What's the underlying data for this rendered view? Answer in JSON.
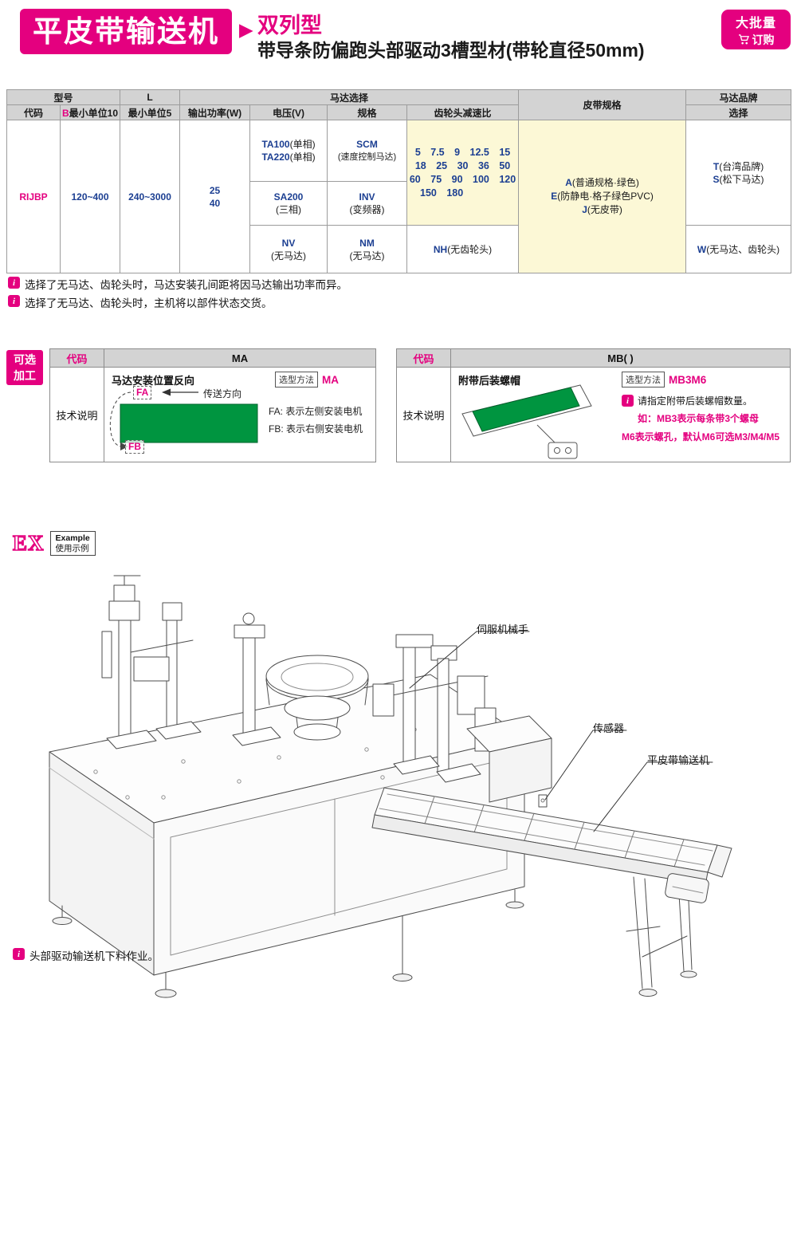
{
  "colors": {
    "magenta": "#e4007f",
    "blue": "#1c3f92",
    "header_bg": "#d3d3d3",
    "highlight_bg": "#fcf8d6",
    "green": "#009540"
  },
  "icons": {
    "info": "i"
  },
  "header": {
    "title": "平皮带输送机",
    "arrow": "▶",
    "type_label": "双列型",
    "subtitle": "带导条防偏跑头部驱动3槽型材(带轮直径50mm)",
    "badge": {
      "line1": "大批量",
      "line2": "订购"
    }
  },
  "table": {
    "head": {
      "model": "型号",
      "code": "代码",
      "b_bold": "B",
      "b_rest": "最小单位10",
      "l_bold": "L",
      "l_sub": "最小单位5",
      "motor_select": "马达选择",
      "power": "输出功率(W)",
      "voltage": "电压(V)",
      "spec": "规格",
      "gear": "齿轮头减速比",
      "belt": "皮带规格",
      "brand1": "马达品牌",
      "brand2": "选择"
    },
    "code_value": "RIJBP",
    "b_value": "120~400",
    "l_value": "240~3000",
    "power_values": [
      "25",
      "40"
    ],
    "rowA": {
      "voltage": [
        {
          "code": "TA100",
          "desc": "(单相)"
        },
        {
          "code": "TA220",
          "desc": "(单相)"
        }
      ],
      "spec": {
        "code": "SCM",
        "desc": "(速度控制马达)"
      }
    },
    "rowB": {
      "voltage": {
        "code": "SA200",
        "desc": "(三相)"
      },
      "spec": {
        "code": "INV",
        "desc": "(变频器)"
      }
    },
    "rowC": {
      "voltage": {
        "code": "NV",
        "desc": "(无马达)"
      },
      "spec": {
        "code": "NM",
        "desc": "(无马达)"
      },
      "gear": {
        "code": "NH",
        "desc": "(无齿轮头)"
      }
    },
    "gear_lines": [
      "5 7.5 9 12.5 15",
      "18 25 30 36 50",
      "60 75 90 100 120",
      "150 180"
    ],
    "belt_options": [
      {
        "code": "A",
        "desc": "(普通规格·绿色)"
      },
      {
        "code": "E",
        "desc": "(防静电·格子绿色PVC)"
      },
      {
        "code": "J",
        "desc": "(无皮带)"
      }
    ],
    "brand_options": [
      {
        "code": "T",
        "desc": "(台湾品牌)"
      },
      {
        "code": "S",
        "desc": "(松下马达)"
      }
    ],
    "brand_none": {
      "code": "W",
      "desc": "(无马达、齿轮头)"
    }
  },
  "notes": [
    "选择了无马达、齿轮头时，马达安装孔间距将因马达输出功率而异。",
    "选择了无马达、齿轮头时，主机将以部件状态交货。"
  ],
  "optional": {
    "tag_line1": "可选",
    "tag_line2": "加工",
    "ma": {
      "code_header": "代码",
      "code_value": "MA",
      "tech_label": "技术说明",
      "title": "马达安装位置反向",
      "method_label": "选型方法",
      "method_value": "MA",
      "fa": "FA",
      "fb": "FB",
      "direction": "传送方向",
      "desc1": "FA: 表示左侧安装电机",
      "desc2": "FB: 表示右侧安装电机"
    },
    "mb": {
      "code_header": "代码",
      "code_value": "MB( )",
      "tech_label": "技术说明",
      "title": "附带后装螺帽",
      "method_label": "选型方法",
      "method_value": "MB3M6",
      "note1": "请指定附带后装螺帽数量。",
      "note2": "如：MB3表示每条带3个螺母",
      "note3": "M6表示螺孔，默认M6可选M3/M4/M5"
    }
  },
  "example": {
    "ex": "EX",
    "line1": "Example",
    "line2": "使用示例"
  },
  "diagram": {
    "labels": [
      "伺服机械手",
      "传感器",
      "平皮带输送机"
    ],
    "note": "头部驱动输送机下料作业。"
  }
}
